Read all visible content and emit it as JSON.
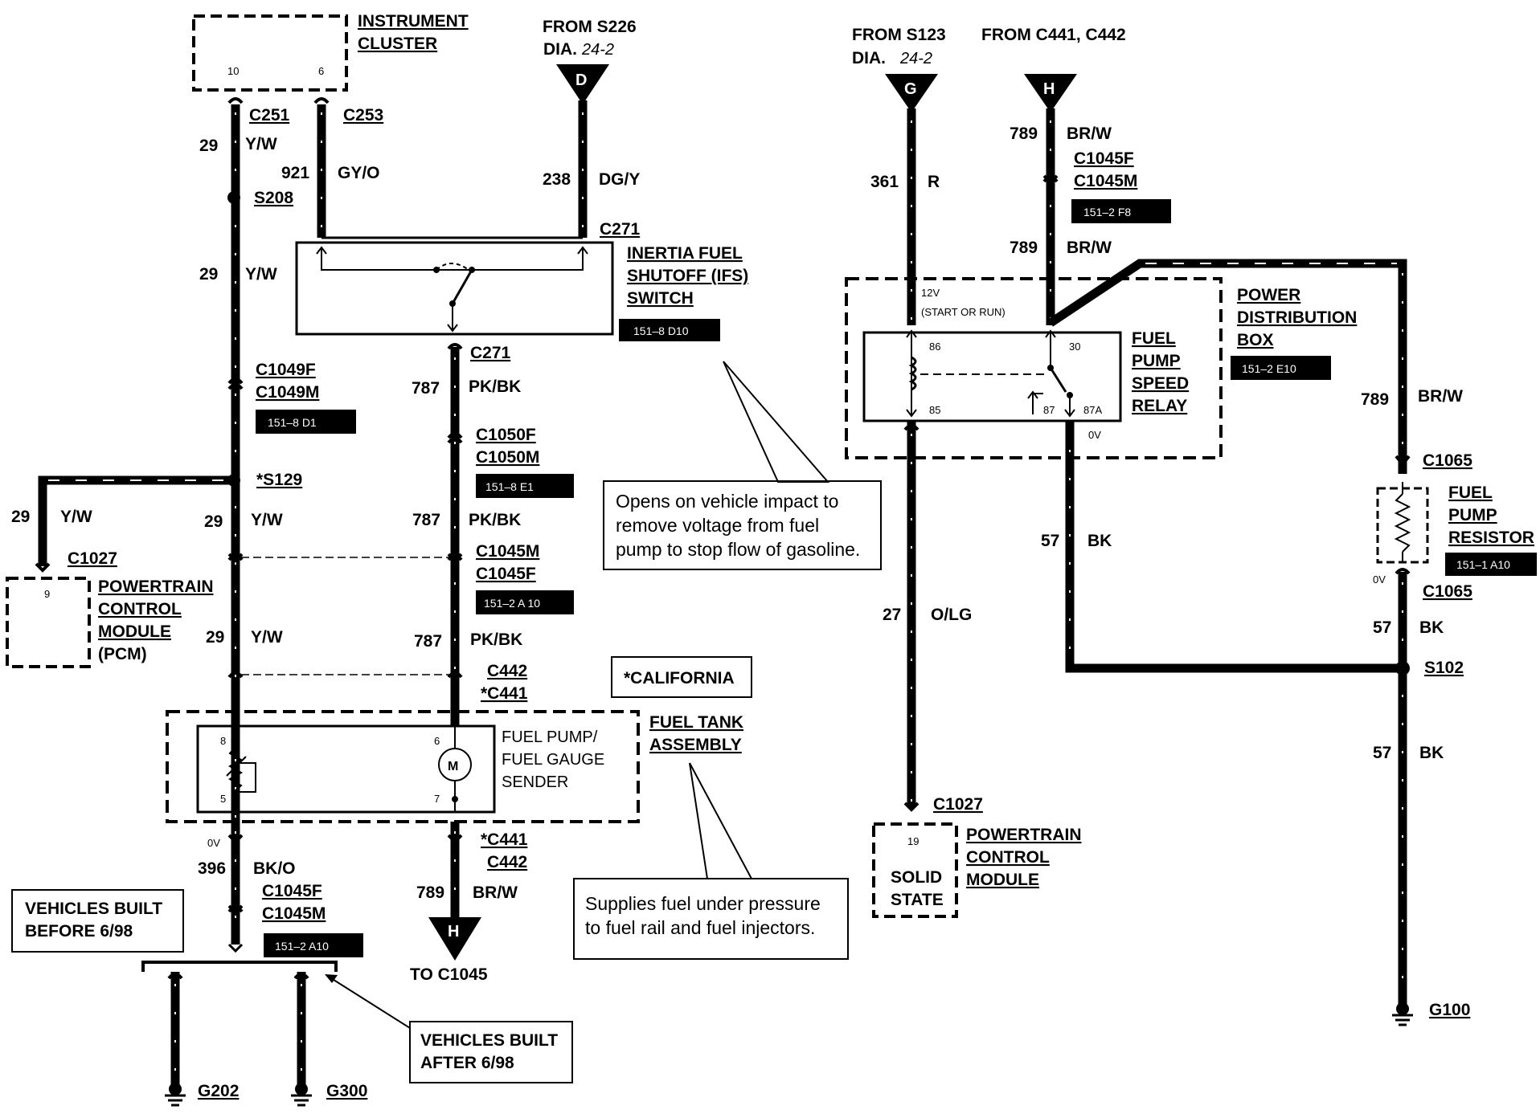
{
  "components": {
    "instrument_cluster": {
      "title": [
        "INSTRUMENT",
        "CLUSTER"
      ],
      "pins": [
        "10",
        "6"
      ]
    },
    "pcm_left": {
      "title": [
        "POWERTRAIN",
        "CONTROL",
        "MODULE",
        "(PCM)"
      ],
      "pin": "9",
      "connector": "C1027"
    },
    "ifs_switch": {
      "title": [
        "INERTIA FUEL",
        "SHUTOFF (IFS)",
        "SWITCH"
      ],
      "ref": "151–8 D10",
      "connector_top": "C271",
      "connector_bottom": "C271"
    },
    "fuel_tank": {
      "title": [
        "FUEL TANK",
        "ASSEMBLY"
      ],
      "sender": [
        "FUEL PUMP/",
        "FUEL GAUGE",
        "SENDER"
      ],
      "pins": [
        "8",
        "5",
        "6",
        "7"
      ],
      "motor": "M"
    },
    "california": "*CALIFORNIA",
    "built_before": [
      "VEHICLES BUILT",
      "BEFORE 6/98"
    ],
    "built_after": [
      "VEHICLES BUILT",
      "AFTER 6/98"
    ],
    "power_dist_box": {
      "title": [
        "POWER",
        "DISTRIBUTION",
        "BOX"
      ],
      "ref": "151–2 E10"
    },
    "relay": {
      "title": [
        "FUEL",
        "PUMP",
        "SPEED",
        "RELAY"
      ],
      "pins": [
        "86",
        "85",
        "30",
        "87",
        "87A"
      ],
      "feed": "12V",
      "feed_note": "(START OR RUN)",
      "ov": "0V"
    },
    "pcm_right": {
      "title": [
        "POWERTRAIN",
        "CONTROL",
        "MODULE"
      ],
      "pin": "19",
      "state": [
        "SOLID",
        "STATE"
      ],
      "connector": "C1027"
    },
    "resistor": {
      "title": [
        "FUEL",
        "PUMP",
        "RESISTOR"
      ],
      "ref": "151–1 A10",
      "connector_top": "C1065",
      "connector_bottom": "C1065",
      "ov": "0V"
    }
  },
  "sources": {
    "d": {
      "from": "FROM S226",
      "dia": "DIA.",
      "page": "24-2",
      "letter": "D"
    },
    "g": {
      "from": "FROM S123",
      "dia": "DIA.",
      "page": "24-2",
      "letter": "G"
    },
    "h_top": {
      "from": "FROM C441, C442",
      "letter": "H"
    },
    "h_bottom": {
      "letter": "H",
      "to": "TO  C1045"
    }
  },
  "wires": {
    "w29": {
      "num": "29",
      "color": "Y/W"
    },
    "w921": {
      "num": "921",
      "color": "GY/O"
    },
    "w238": {
      "num": "238",
      "color": "DG/Y"
    },
    "w787": {
      "num": "787",
      "color": "PK/BK"
    },
    "w396": {
      "num": "396",
      "color": "BK/O"
    },
    "w789": {
      "num": "789",
      "color": "BR/W"
    },
    "w361": {
      "num": "361",
      "color": "R"
    },
    "w27": {
      "num": "27",
      "color": "O/LG"
    },
    "w57": {
      "num": "57",
      "color": "BK"
    }
  },
  "connectors": {
    "c251": "C251",
    "c253": "C253",
    "s208": "S208",
    "s129": "*S129",
    "c1049f": "C1049F",
    "c1049m": "C1049M",
    "ref_c1049": "151–8 D1",
    "c1050f": "C1050F",
    "c1050m": "C1050M",
    "ref_c1050": "151–8 E1",
    "c1045m_mid": "C1045M",
    "c1045f_mid": "C1045F",
    "ref_c1045_mid": "151–2 A 10",
    "c442_top": "C442",
    "c441_top": "*C441",
    "c441_bot": "*C441",
    "c442_bot": "C442",
    "c1045f_bot": "C1045F",
    "c1045m_bot": "C1045M",
    "ref_c1045_bot": "151–2 A10",
    "ov_left": "0V",
    "c1045f_top": "C1045F",
    "c1045m_top": "C1045M",
    "ref_c1045_top": "151–2 F8",
    "s102": "S102"
  },
  "grounds": {
    "g202": "G202",
    "g300": "G300",
    "g100": "G100"
  },
  "notes": {
    "ifs": [
      "Opens on vehicle impact to",
      "remove voltage from fuel",
      "pump to stop flow of gasoline."
    ],
    "pump": [
      "Supplies fuel under pressure",
      "to fuel rail and fuel injectors."
    ]
  }
}
